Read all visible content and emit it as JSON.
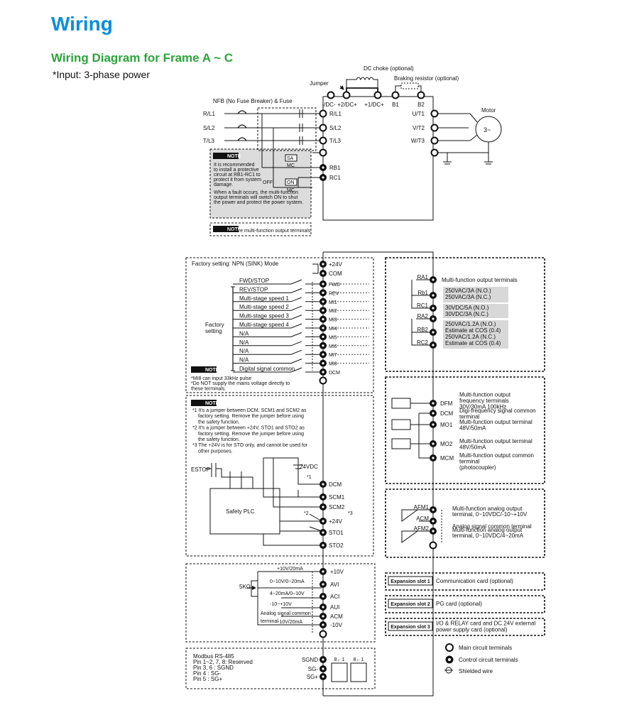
{
  "page": {
    "title": "Wiring",
    "subtitle": "Wiring Diagram for Frame A ~ C",
    "input_note": "*Input: 3-phase power"
  },
  "main_circuit": {
    "dc_choke": "DC choke (optional)",
    "braking_resistor": "Braking resistor (optional)",
    "jumper": "Jumper",
    "nfb": "NFB (No Fuse Breaker) & Fuse",
    "motor": "Motor",
    "motor_symbol": "3~",
    "top_terminals": [
      "-/DC-",
      "+2/DC+",
      "+1/DC+",
      "B1",
      "B2"
    ],
    "input_lines": [
      "R/L1",
      "S/L2",
      "T/L3"
    ],
    "input_terminals": [
      "R/L1",
      "S/L2",
      "T/L3"
    ],
    "output_terminals": [
      "U/T1",
      "V/T2",
      "W/T3"
    ],
    "relay_terminals": [
      "RB1",
      "RC1"
    ],
    "sa": "SA",
    "mc": "MC",
    "on": "ON",
    "off": "OFF",
    "note_label": "NOTE",
    "note1": [
      "It is recommended",
      "to install a protective",
      "circuit at RB1-RC1 to",
      "protect it from system",
      "damage.",
      "When a fault occurs, the multi-function",
      "output terminals will switch ON to shut",
      "the power and protect the power system."
    ],
    "note2": "RB1-RC1 are multi-function output terminals"
  },
  "digital_inputs": {
    "mode": "Factory setting: NPN (SINK) Mode",
    "power_terminals": [
      "+24V",
      "COM"
    ],
    "factory_setting": [
      "Factory",
      "setting"
    ],
    "rows": [
      {
        "label": "FWD/STOP",
        "terminal": "FWD"
      },
      {
        "label": "REV/STOP",
        "terminal": "REV"
      },
      {
        "label": "Multi-stage speed 1",
        "terminal": "MI1"
      },
      {
        "label": "Multi-stage speed 2",
        "terminal": "MI2"
      },
      {
        "label": "Multi-stage speed 3",
        "terminal": "MI3"
      },
      {
        "label": "Multi-stage speed 4",
        "terminal": "MI4"
      },
      {
        "label": "N/A",
        "terminal": "MI5"
      },
      {
        "label": "N/A",
        "terminal": "MI6"
      },
      {
        "label": "N/A",
        "terminal": "MI7"
      },
      {
        "label": "N/A",
        "terminal": "MI8"
      },
      {
        "label": "Digital signal common",
        "terminal": "DCM"
      }
    ],
    "note_label": "NOTE",
    "notes": [
      "*MI8 can input 33kHz pulse",
      "*Do NOT supply the mains voltage directly to",
      "these terminals."
    ]
  },
  "safety": {
    "note_label": "NOTE",
    "notes": [
      "*1 It's a jumper between DCM, SCM1 and SCM2 as",
      "factory setting. Remove the jumper before using",
      "the safety function.",
      "*2 It's a jumper between +24V, STO1 and STO2 as",
      "factory setting. Remove the jumper before using",
      "the safety function.",
      "*3 The +24V is for STO only, and cannot be used for",
      "other purposes."
    ],
    "estop": "ESTOP",
    "plc": "Safety PLC",
    "supply": "24VDC",
    "marks": [
      "*1",
      "*2",
      "*3"
    ],
    "terminals": [
      "DCM",
      "SCM1",
      "SCM2",
      "+24V",
      "STO1",
      "STO2"
    ]
  },
  "analog_inputs": {
    "pot": "5KΩ",
    "rows": [
      {
        "label": "+10V/20mA",
        "terminal": "+10V"
      },
      {
        "label": "0~10V/0~20mA",
        "terminal": "AVI"
      },
      {
        "label": "4~20mA/0~10V",
        "terminal": "ACI"
      },
      {
        "label": "-10~+10V",
        "terminal": "AUI"
      },
      {
        "label": "Analog signal common",
        "terminal": "ACM"
      },
      {
        "label": "-10V/20mA",
        "terminal": "-10V"
      }
    ],
    "terminal_word": "terminal"
  },
  "rs485": {
    "lines": [
      "Modbus RS-485",
      "Pin 1~2, 7, 8: Reserved",
      "Pin 3, 6 : SGND",
      "Pin 4 : SG-",
      "Pin 5 : SG+"
    ],
    "terminals": [
      "SGND",
      "SG-",
      "SG+"
    ],
    "port_label": "8←1"
  },
  "relay_outputs": {
    "title": "Multi-function output terminals",
    "terminals": [
      "RA1",
      "Rb1",
      "RC1",
      "RA2",
      "RB2",
      "RC2"
    ],
    "ratings": [
      [
        "250VAC/3A (N.O.)",
        "250VAC/3A (N.C.)"
      ],
      [
        "30VDC/5A (N.O.)",
        "30VDC/3A (N.C.)"
      ],
      [
        "250VAC/1.2A (N.O.)",
        "Estimate at COS (0.4)",
        "250VAC/1.2A (N.C.)",
        "Estimate at COS (0.4)"
      ]
    ]
  },
  "digital_outputs": {
    "rows": [
      {
        "terminal": "DFM",
        "desc": [
          "Multi-function output",
          "frequency terminals",
          "30V/30mA 100kHz"
        ]
      },
      {
        "terminal": "DCM",
        "desc": [
          "Digi-frequency signal common",
          "terminal"
        ]
      },
      {
        "terminal": "MO1",
        "desc": [
          "Multi-function output terminal",
          "48V/50mA"
        ]
      },
      {
        "terminal": "MO2",
        "desc": [
          "Multi-function output terminal",
          "48V/50mA"
        ]
      },
      {
        "terminal": "MCM",
        "desc": [
          "Multi-function output common",
          "terminal",
          "(photocoupler)"
        ]
      }
    ]
  },
  "analog_outputs": {
    "rows": [
      {
        "terminal": "AFM1",
        "desc": [
          "Multi-function analog output",
          "terminal, 0~10VDC/-10~+10V"
        ]
      },
      {
        "terminal": "ACM",
        "desc": [
          "Analog signal common terminal"
        ]
      },
      {
        "terminal": "AFM2",
        "desc": [
          "Multi-function analog output",
          "terminal, 0~10VDC/4~20mA"
        ]
      }
    ]
  },
  "expansion": [
    {
      "slot": "Expansion slot 1",
      "desc": [
        "Communication card (optional)"
      ]
    },
    {
      "slot": "Expansion slot 2",
      "desc": [
        "PG card (optional)"
      ]
    },
    {
      "slot": "Expansion slot 3",
      "desc": [
        "I/O & RELAY card and DC 24V external",
        "power supply card (optional)"
      ]
    }
  ],
  "legend": {
    "main": "Main circuit terminals",
    "control": "Control circuit terminals",
    "shield": "Shielded wire"
  }
}
